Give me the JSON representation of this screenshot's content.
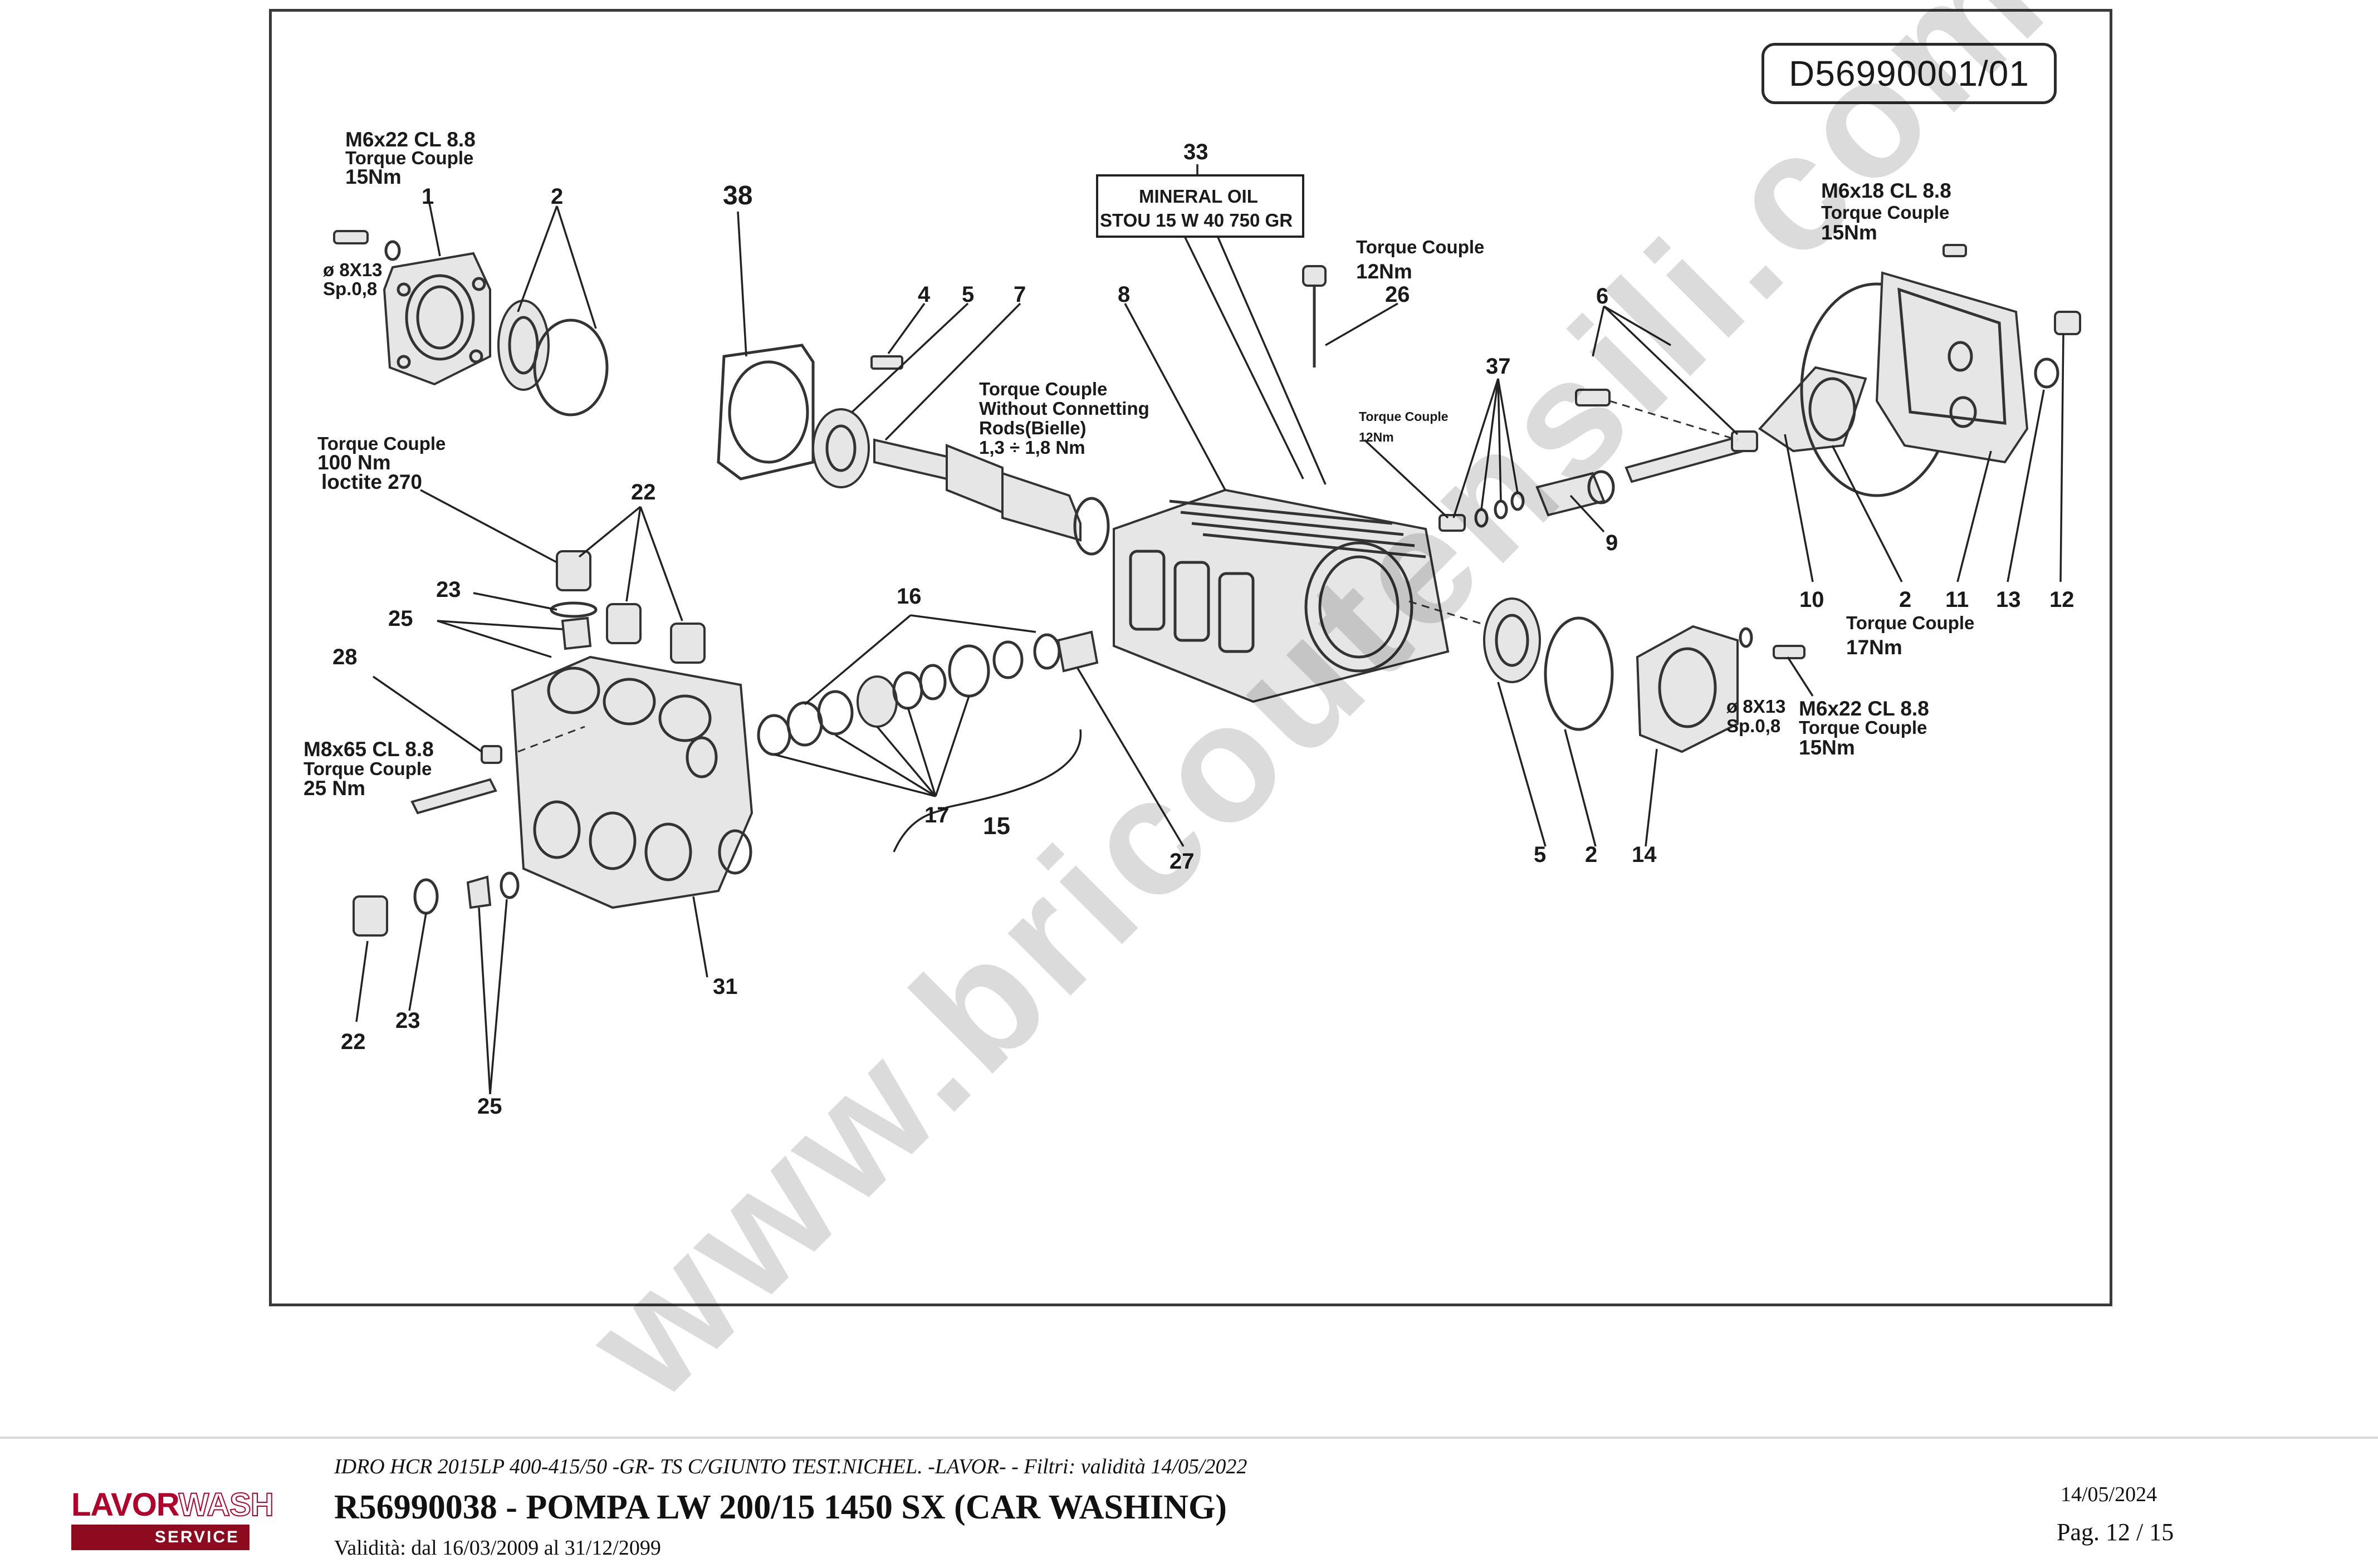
{
  "drawing_code": "D56990001/01",
  "part_numbers": [
    "1",
    "2",
    "4",
    "5",
    "7",
    "8",
    "33",
    "26",
    "6",
    "38",
    "37",
    "9",
    "10",
    "2",
    "11",
    "13",
    "12",
    "16",
    "22",
    "23",
    "25",
    "28",
    "17",
    "15",
    "27",
    "31",
    "5",
    "2",
    "14",
    "22",
    "23",
    "25"
  ],
  "notes": {
    "tl_spec": "M6x22 CL 8.8",
    "tl_torque": "Torque Couple",
    "tl_value": "15Nm",
    "tl_washer": "ø 8X13",
    "tl_sp": "Sp.0,8",
    "oil_line1": "MINERAL OIL",
    "oil_line2": "STOU 15 W 40   750 GR",
    "tc26_line1": "Torque Couple",
    "tc26_line2": "12Nm",
    "rods_line1": "Torque Couple",
    "rods_line2": "Without Connetting",
    "rods_line3": "Rods(Bielle)",
    "rods_line4": "1,3  ÷  1,8 Nm",
    "tr_spec": "M6x18 CL 8.8",
    "tr_torque": "Torque Couple",
    "tr_value": "15Nm",
    "tc37_line1": "Torque Couple",
    "tc37_line2": "12Nm",
    "tc22_line1": "Torque Couple",
    "tc22_line2": "100 Nm",
    "tc22_line3": "loctite 270",
    "tc17_line1": "Torque Couple",
    "tc17_line2": "17Nm",
    "m8_spec": "M8x65 CL 8.8",
    "m8_torque": "Torque Couple",
    "m8_value": "25 Nm",
    "br_washer": "ø 8X13",
    "br_sp": "Sp.0,8",
    "br_spec": "M6x22 CL 8.8",
    "br_torque": "Torque Couple",
    "br_value": "15Nm"
  },
  "watermark": "www.bricoutensili.com",
  "footer": {
    "logo_lavor": "LAVOR",
    "logo_wash": "WASH",
    "logo_service": "SERVICE",
    "subtitle": "IDRO HCR 2015LP 400-415/50 -GR- TS C/GIUNTO TEST.NICHEL. -LAVOR- - Filtri: validità 14/05/2022",
    "title": "R56990038 - POMPA LW 200/15 1450 SX (CAR WASHING)",
    "validity": "Validità: dal 16/03/2009 al 31/12/2099",
    "date": "14/05/2024",
    "page": "Pag. 12 / 15"
  }
}
